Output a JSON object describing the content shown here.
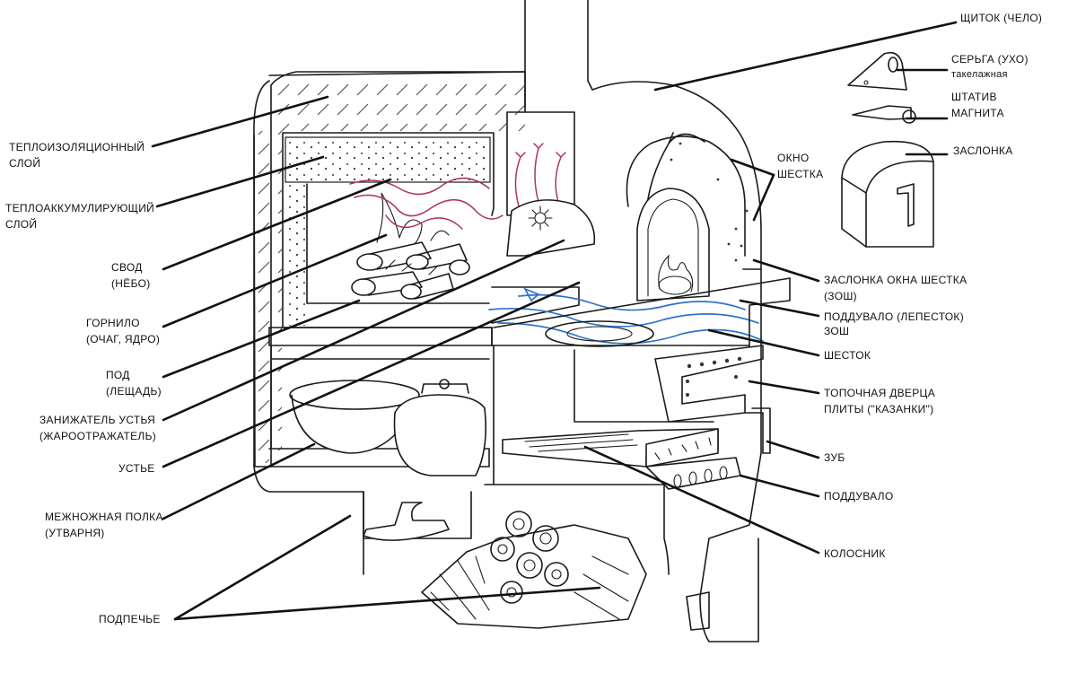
{
  "labels": {
    "shchitok": "ЩИТОК (ЧЕЛО)",
    "serga_1": "СЕРЬГА (УХО)",
    "serga_2": "такелажная",
    "shtativ_1": "ШТАТИВ",
    "shtativ_2": "МАГНИТА",
    "zaslonka": "ЗАСЛОНКА",
    "okno_1": "ОКНО",
    "okno_2": "ШЕСТКА",
    "zosh_1": "ЗАСЛОНКА ОКНА ШЕСТКА",
    "zosh_2": "(ЗОШ)",
    "podduvalo_lep_1": "ПОДДУВАЛО (ЛЕПЕСТОК)",
    "podduvalo_lep_2": "ЗОШ",
    "shestok": "ШЕСТОК",
    "topochnaya_1": "ТОПОЧНАЯ ДВЕРЦА",
    "topochnaya_2": "ПЛИТЫ (\"КАЗАНКИ\")",
    "zub": "ЗУБ",
    "podduvalo": "ПОДДУВАЛО",
    "kolosnik": "КОЛОСНИК",
    "teploizol_1": "ТЕПЛОИЗОЛЯЦИОННЫЙ",
    "teploizol_2": "СЛОЙ",
    "teploakk_1": "ТЕПЛОАККУМУЛИРУЮЩИЙ",
    "teploakk_2": "СЛОЙ",
    "svod_1": "СВОД",
    "svod_2": "(НЁБО)",
    "gornilo_1": "ГОРНИЛО",
    "gornilo_2": "(ОЧАГ, ЯДРО)",
    "pod_1": "ПОД",
    "pod_2": "(ЛЕЩАДЬ)",
    "zanizhatel_1": "ЗАНИЖАТЕЛЬ УСТЬЯ",
    "zanizhatel_2": "(ЖАРООТРАЖАТЕЛЬ)",
    "ustye": "УСТЬЕ",
    "mezhnozh_1": "МЕЖНОЖНАЯ ПОЛКА",
    "mezhnozh_2": "(УТВАРНЯ)",
    "podpeche": "ПОДПЕЧЬЕ"
  },
  "colors": {
    "hot_air": "#b0306a",
    "cold_air": "#2d73c8",
    "ink": "#1a1a1a"
  }
}
